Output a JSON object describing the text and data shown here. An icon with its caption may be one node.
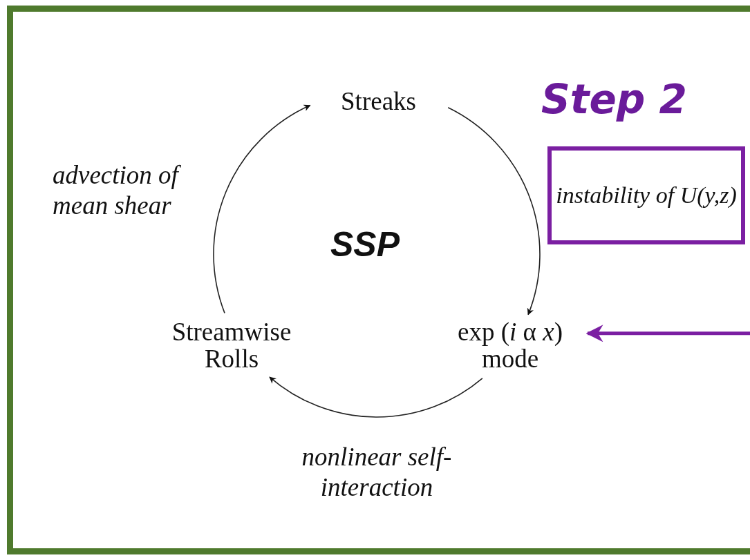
{
  "diagram": {
    "nodes": [
      {
        "text": [
          "Streaks"
        ]
      },
      {
        "text": [
          "exp (*i* α *x*) mode"
        ]
      },
      {
        "text": [
          "Streamwise Rolls"
        ]
      },
      {
        "text": [
          "instability of U(y,z)"
        ]
      }
    ],
    "edges": [
      {
        "from": 0,
        "to": 1,
        "arrow": "to"
      },
      {
        "from": 1,
        "to": 2,
        "arrow": "to",
        "label": "nonlinear self-interaction"
      },
      {
        "from": 2,
        "to": 0,
        "arrow": "to",
        "label": "advection of mean shear"
      },
      {
        "from": null,
        "to": 1,
        "arrow": "to",
        "style": "thick",
        "color": "#7b1fa2"
      }
    ],
    "labels": [
      "Step 2",
      "SSP"
    ]
  }
}
